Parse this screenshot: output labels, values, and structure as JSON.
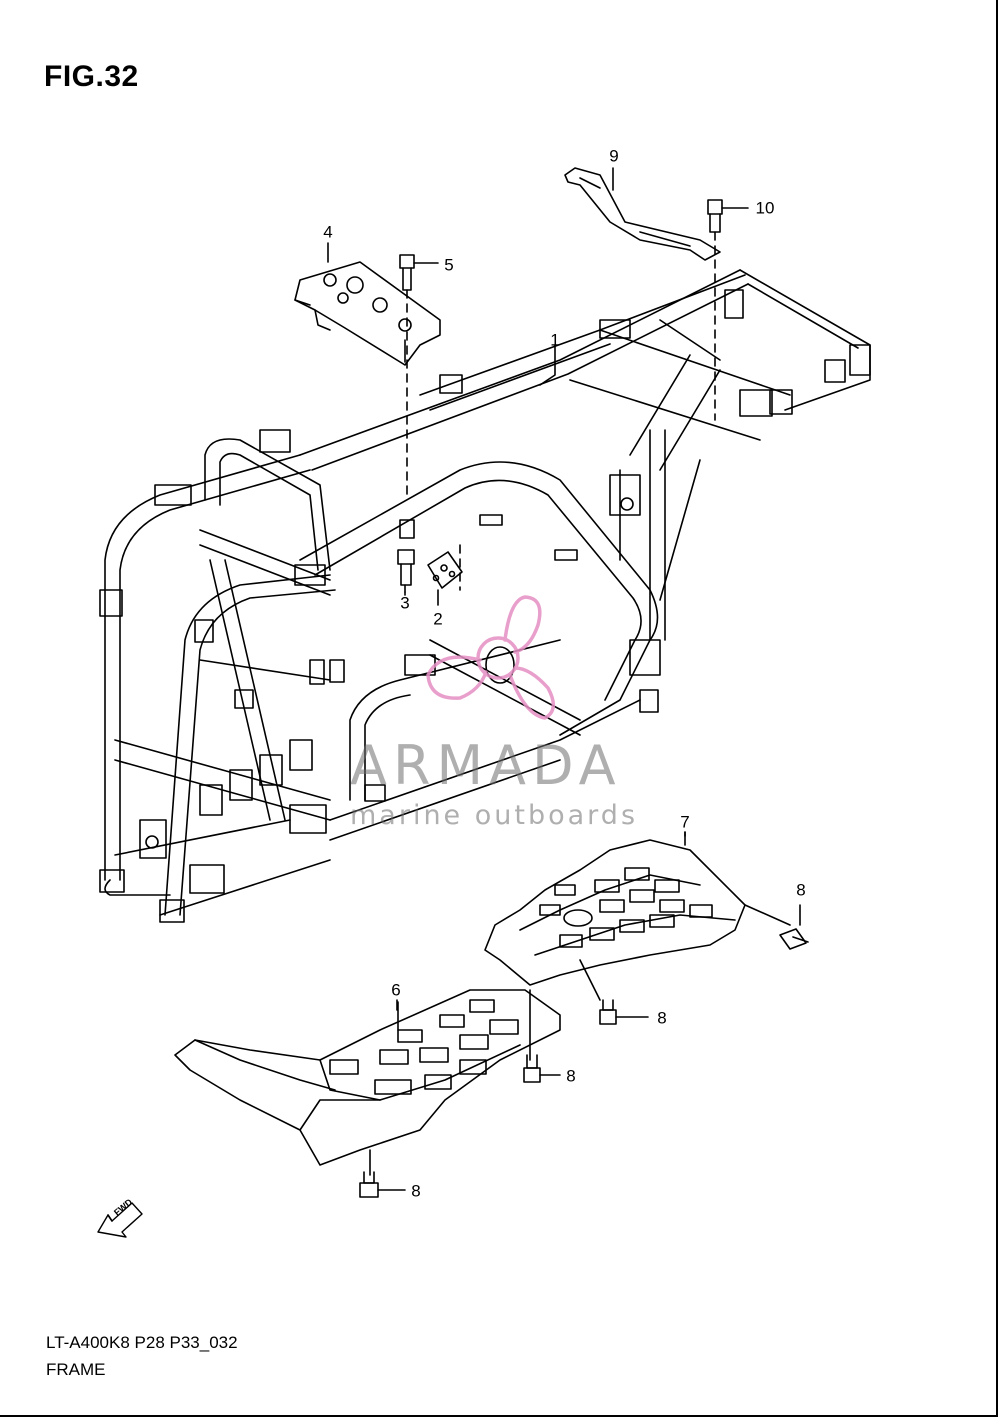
{
  "figure": {
    "title": "FIG.32"
  },
  "callouts": [
    {
      "id": "1",
      "label": "1"
    },
    {
      "id": "2",
      "label": "2"
    },
    {
      "id": "3",
      "label": "3"
    },
    {
      "id": "4",
      "label": "4"
    },
    {
      "id": "5",
      "label": "5"
    },
    {
      "id": "6",
      "label": "6"
    },
    {
      "id": "7",
      "label": "7"
    },
    {
      "id": "8a",
      "label": "8"
    },
    {
      "id": "8b",
      "label": "8"
    },
    {
      "id": "8c",
      "label": "8"
    },
    {
      "id": "8d",
      "label": "8"
    },
    {
      "id": "9",
      "label": "9"
    },
    {
      "id": "10",
      "label": "10"
    }
  ],
  "direction_badge": {
    "label": "FWD",
    "icon": "fwd-arrow-icon"
  },
  "watermark": {
    "brand": "ARMADA",
    "tagline": "marine outboards",
    "logo_icon": "propeller-logo-icon",
    "color": "#e58fc4"
  },
  "footer": {
    "model_code": "LT-A400K8 P28 P33_032",
    "section_name": "FRAME"
  }
}
